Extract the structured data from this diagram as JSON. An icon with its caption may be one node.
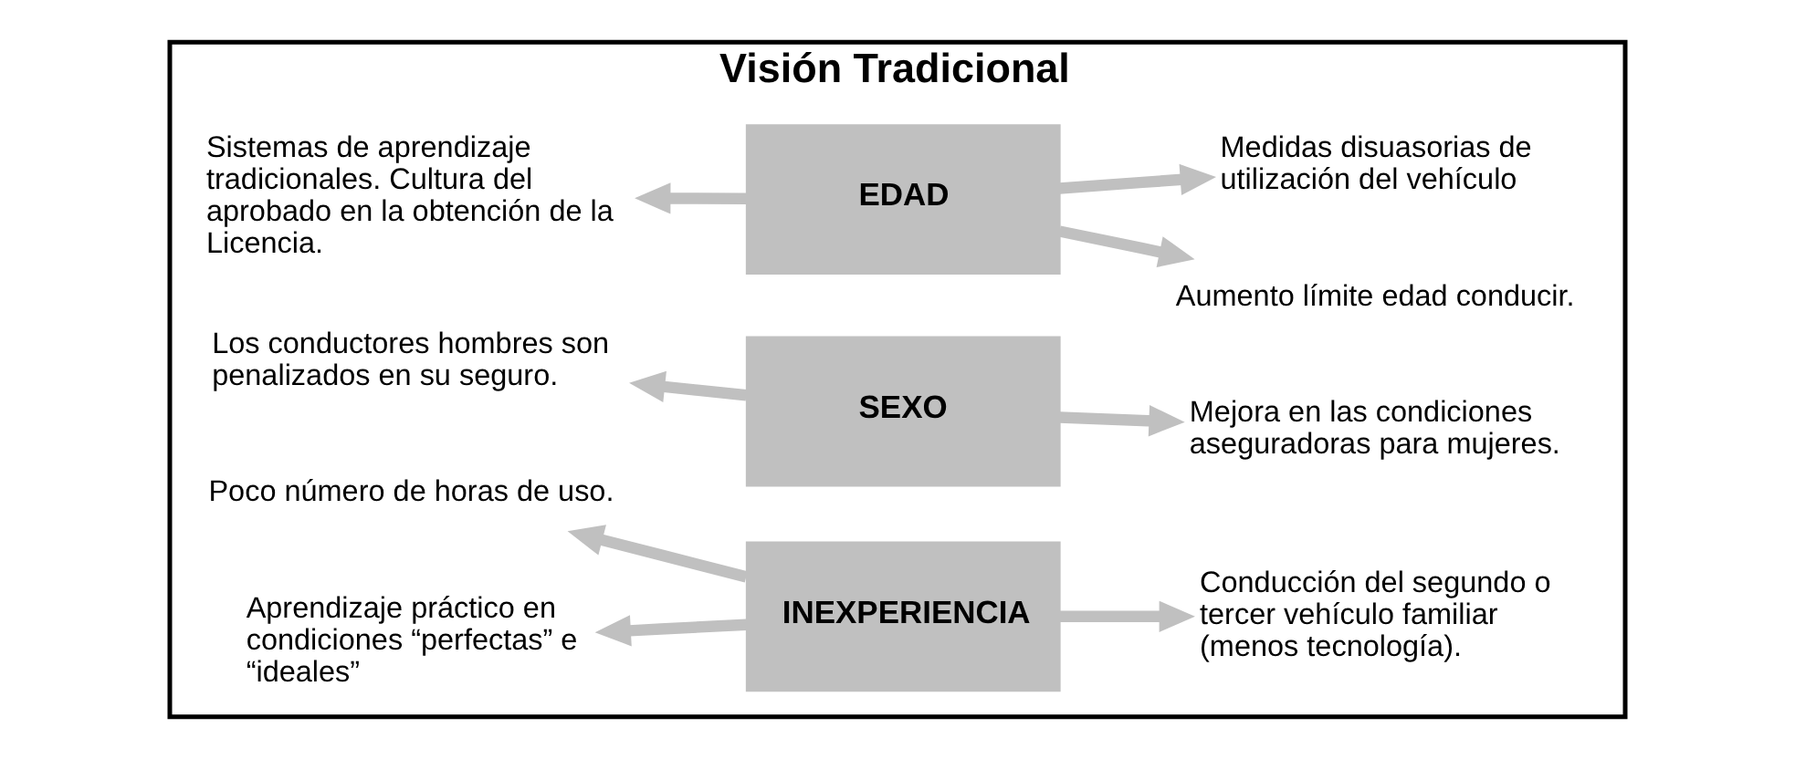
{
  "diagram": {
    "nodes": [
      {
        "text": [
          "Visión Tradicional"
        ]
      },
      {
        "text": [
          "Sistemas de aprendizaje tradicionales. Cultura del aprobado en la obtención de la Licencia."
        ],
        "in": 0
      },
      {
        "text": [
          "EDAD"
        ],
        "in": 0
      },
      {
        "text": [
          "Aumento límite edad conducir."
        ],
        "in": 0
      },
      {
        "text": [
          "Medidas disuasorias de utilización del vehículo"
        ],
        "in": 0
      },
      {
        "text": [
          "Los conductores hombres son penalizados en su seguro."
        ],
        "in": 0
      },
      {
        "text": [
          "SEXO"
        ],
        "in": 0
      },
      {
        "text": [
          "Mejora en las condiciones aseguradoras para mujeres."
        ],
        "in": 0
      },
      {
        "text": [
          "Poco número de horas de uso."
        ],
        "in": 0
      },
      {
        "text": [
          "Aprendizaje práctico en condiciones “perfectas” e “ideales”"
        ],
        "in": 0
      },
      {
        "text": [
          "INEXPERIENCIA"
        ],
        "in": 0
      },
      {
        "text": [
          "Conducción del segundo o tercer vehículo familiar (menos tecnología)."
        ],
        "in": 0
      }
    ],
    "edges": [
      {
        "from": 2,
        "to": 1,
        "arrow": "to"
      },
      {
        "from": 2,
        "to": 3,
        "arrow": "to"
      },
      {
        "from": 2,
        "to": 4,
        "arrow": "to"
      },
      {
        "from": 6,
        "to": 5,
        "arrow": "to"
      },
      {
        "from": 6,
        "to": 7,
        "arrow": "to"
      },
      {
        "from": 10,
        "to": 8,
        "arrow": "to"
      },
      {
        "from": 10,
        "to": 9,
        "arrow": "to"
      },
      {
        "from": 10,
        "to": 11,
        "arrow": "to"
      }
    ]
  }
}
